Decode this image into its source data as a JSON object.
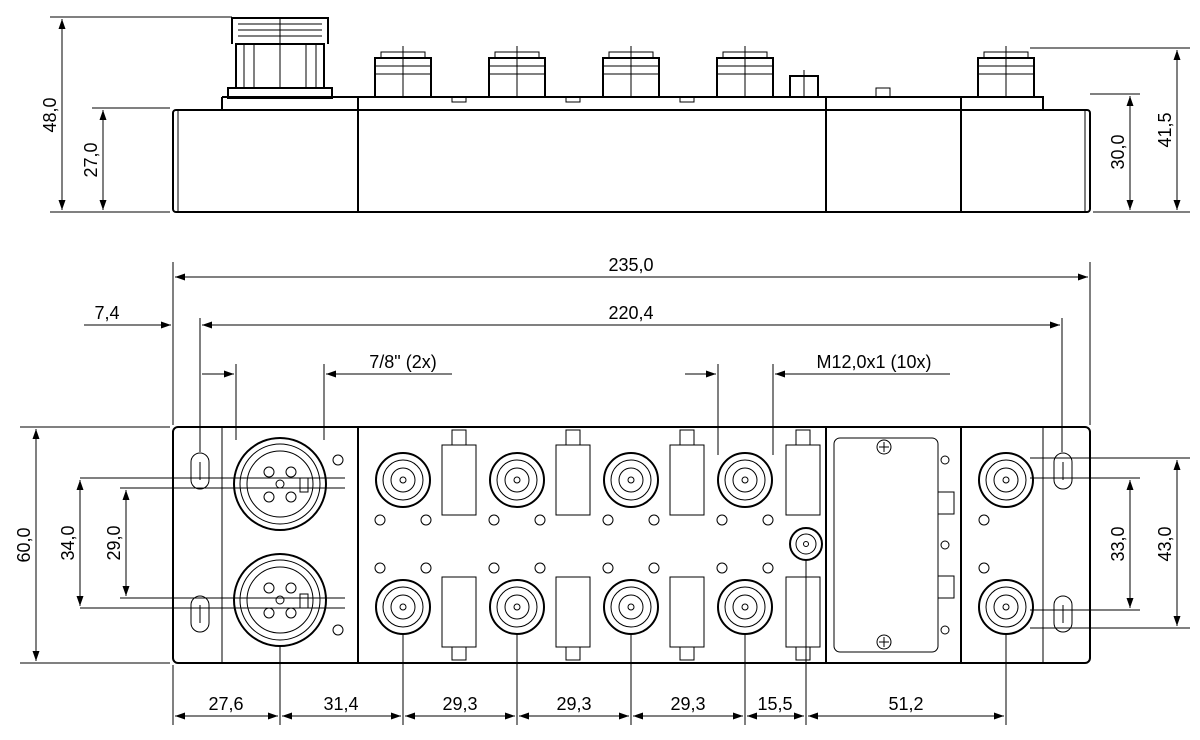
{
  "dimensions": {
    "height_total": "48,0",
    "height_body": "27,0",
    "height_right_total": "41,5",
    "height_right_body": "30,0",
    "length_total": "235,0",
    "length_holes": "220,4",
    "offset_left": "7,4",
    "width_total": "60,0",
    "width_34": "34,0",
    "width_29": "29,0",
    "width_33": "33,0",
    "width_43": "43,0",
    "pitch_27_6": "27,6",
    "pitch_31_4": "31,4",
    "pitch_29_3_a": "29,3",
    "pitch_29_3_b": "29,3",
    "pitch_29_3_c": "29,3",
    "pitch_15_5": "15,5",
    "pitch_51_2": "51,2"
  },
  "callouts": {
    "connector_78": "7/8\" (2x)",
    "connector_m12": "M12,0x1 (10x)"
  }
}
